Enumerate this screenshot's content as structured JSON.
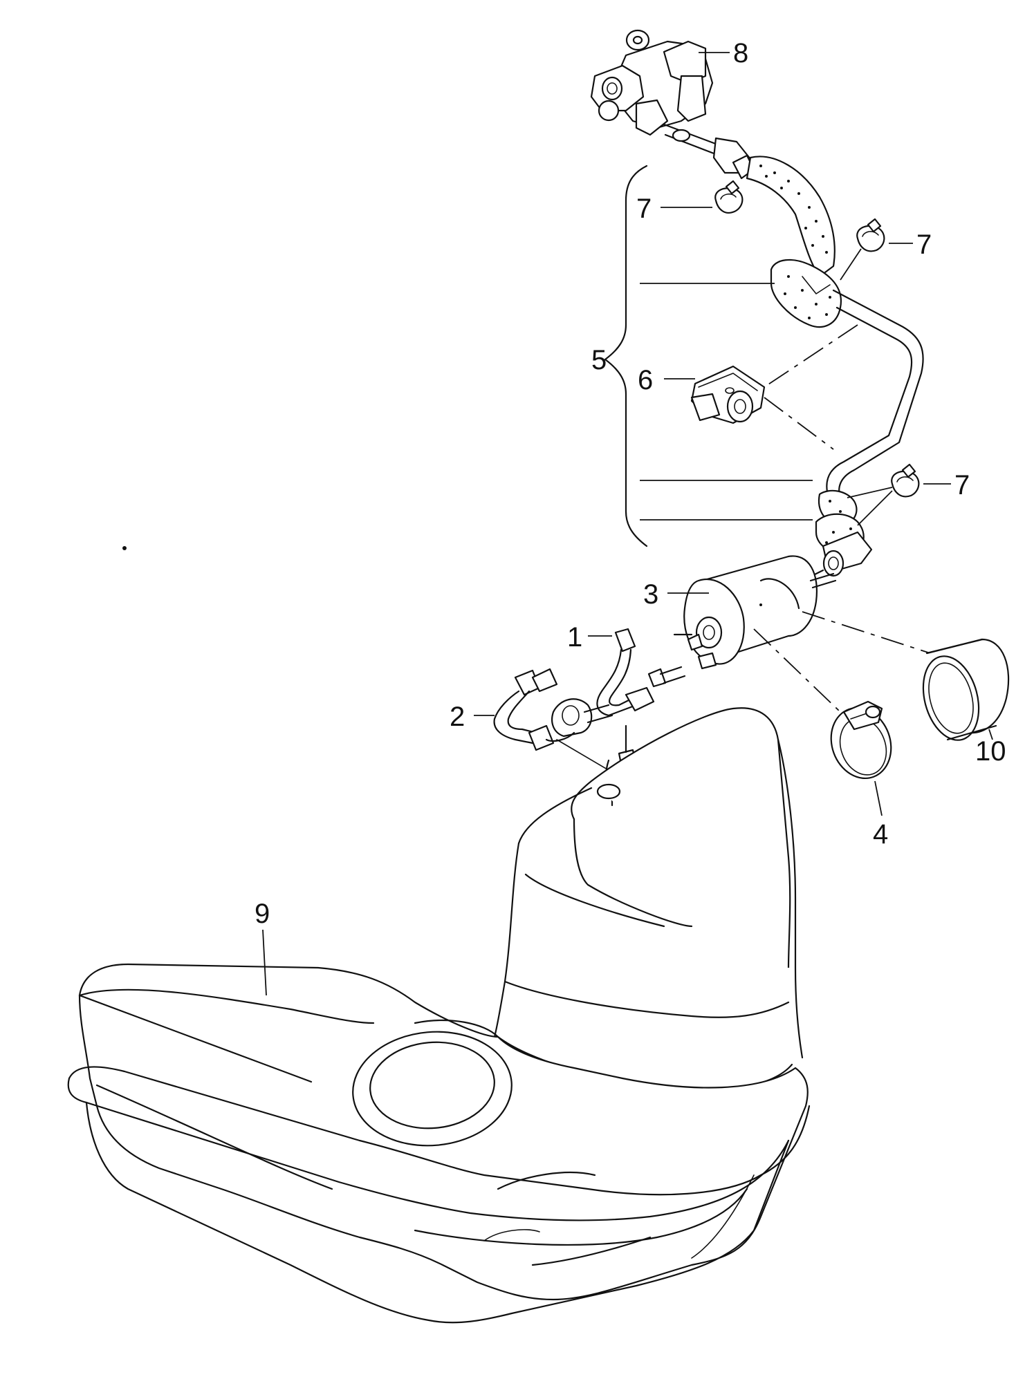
{
  "diagram": {
    "callouts": [
      {
        "id": "1",
        "text": "1"
      },
      {
        "id": "2",
        "text": "2"
      },
      {
        "id": "3",
        "text": "3"
      },
      {
        "id": "4",
        "text": "4"
      },
      {
        "id": "5",
        "text": "5"
      },
      {
        "id": "6",
        "text": "6"
      },
      {
        "id": "7a",
        "text": "7"
      },
      {
        "id": "7b",
        "text": "7"
      },
      {
        "id": "7c",
        "text": "7"
      },
      {
        "id": "8",
        "text": "8"
      },
      {
        "id": "9",
        "text": "9"
      },
      {
        "id": "10",
        "text": "10"
      }
    ]
  }
}
